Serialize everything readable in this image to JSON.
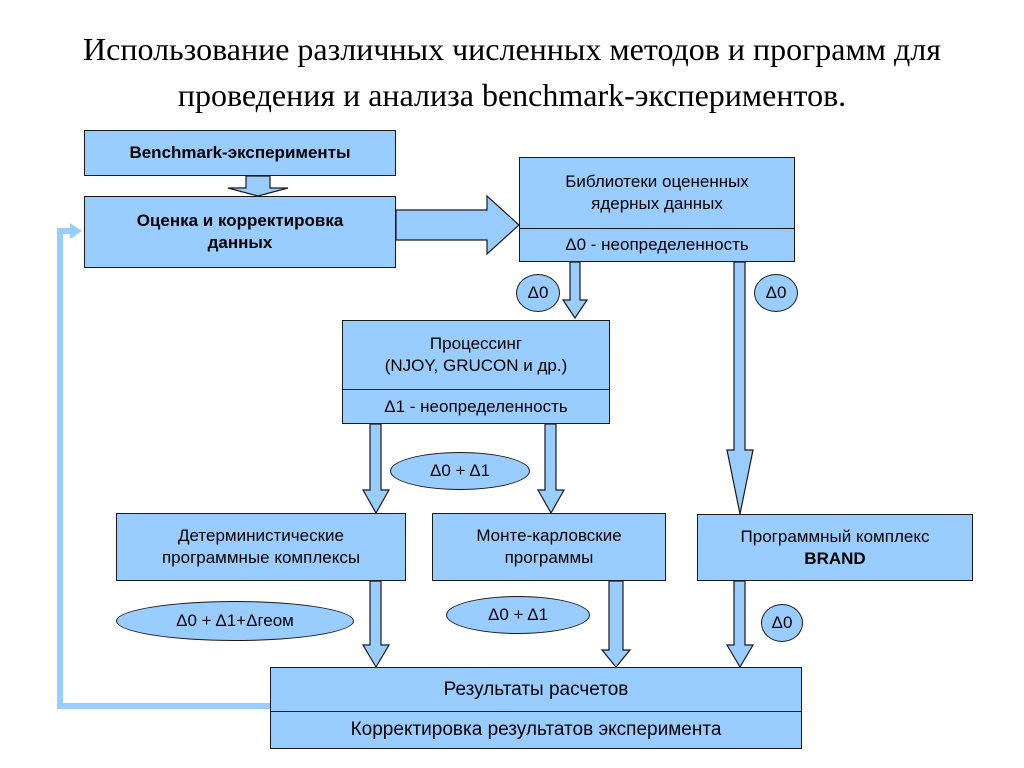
{
  "title": {
    "line1": "Использование различных численных методов и программ для",
    "line2": "проведения и анализа benchmark-экспериментов."
  },
  "boxes": {
    "benchmark": "Benchmark-эксперименты",
    "evaluation": {
      "line1": "Оценка и корректировка",
      "line2": "данных"
    },
    "libraries": {
      "line1": "Библиотеки оцененных",
      "line2": "ядерных данных",
      "uncertainty": "Δ0 - неопределенность"
    },
    "processing": {
      "line1": "Процессинг",
      "line2": "(NJOY, GRUCON и др.)",
      "uncertainty": "Δ1 - неопределенность"
    },
    "deterministic": {
      "line1": "Детерминистические",
      "line2": "программные комплексы"
    },
    "montecarlo": {
      "line1": "Монте-карловские",
      "line2": "программы"
    },
    "brand": {
      "line1": "Программный комплекс",
      "line2": "BRAND"
    },
    "results": {
      "line1": "Результаты расчетов",
      "line2": "Корректировка результатов эксперимента"
    }
  },
  "labels": {
    "d0_left": "Δ0",
    "d0_right": "Δ0",
    "d0_d1_mid": "Δ0 + Δ1",
    "d0_d1_geom": "Δ0 + Δ1+Δгеом",
    "d0_d1_low": "Δ0 + Δ1",
    "d0_brand": "Δ0"
  },
  "colors": {
    "box_fill": "#99ccff",
    "outline": "#1a1a1a",
    "feedback_line": "#99ccff"
  }
}
